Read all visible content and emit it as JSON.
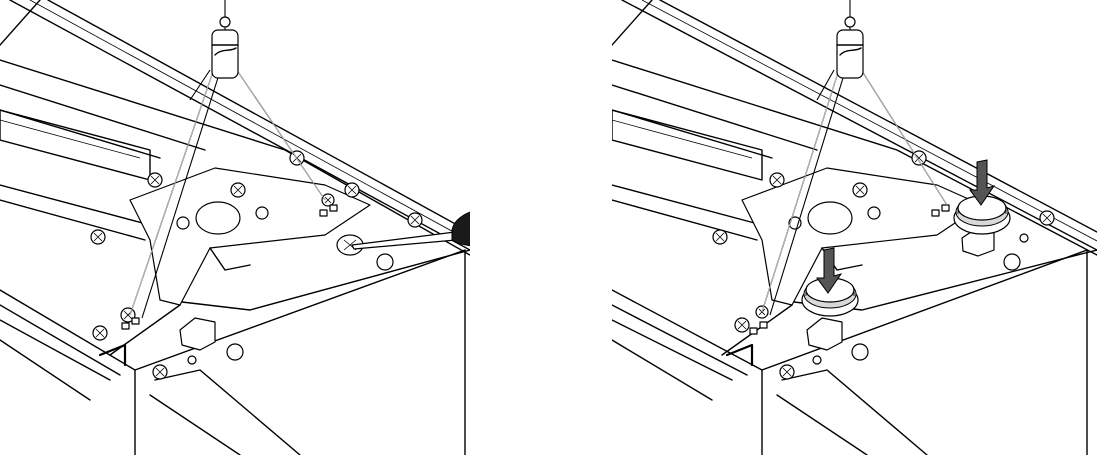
{
  "figure": {
    "panels": [
      {
        "id": "step-1",
        "tool": "screwdriver-icon",
        "actions": [
          "unscrew-screw"
        ]
      },
      {
        "id": "step-2",
        "tool": "arrow-down-icon",
        "actions": [
          "press-cap",
          "press-cap"
        ]
      }
    ],
    "colors": {
      "line": "#000000",
      "background": "#ffffff",
      "handle": "#1a1a1a",
      "arrow": "#555555"
    }
  }
}
